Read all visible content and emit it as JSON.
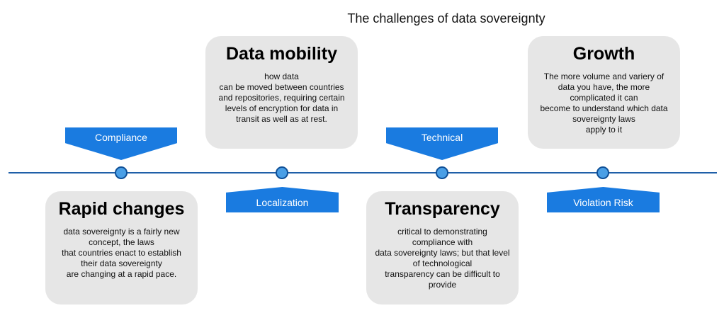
{
  "title": "The challenges of data sovereignty",
  "colors": {
    "banner": "#1a7be0",
    "timeline": "#1f5fa8",
    "dot_fill": "#4a9fe6",
    "card": "#e6e6e6"
  },
  "banners": {
    "compliance": "Compliance",
    "localization": "Localization",
    "technical": "Technical",
    "violation_risk": "Violation Risk"
  },
  "cards": {
    "rapid_changes": {
      "title": "Rapid changes",
      "body": "data sovereignty is a fairly new\nconcept, the laws\nthat countries enact to establish\ntheir data sovereignty\nare changing at a rapid pace."
    },
    "data_mobility": {
      "title": "Data mobility",
      "body": "how data\ncan be moved between countries\nand    repositories, requiring certain\nlevels of encryption for data in\ntransit as well as at rest."
    },
    "transparency": {
      "title": "Transparency",
      "body": "critical to demonstrating\ncompliance with\ndata sovereignty laws; but that level\nof technological\ntransparency can be difficult to\nprovide"
    },
    "growth": {
      "title": "Growth",
      "body": "The more volume and variery of\ndata you have, the more\ncomplicated it can\nbecome to understand which data\nsovereignty laws\napply to it"
    }
  }
}
